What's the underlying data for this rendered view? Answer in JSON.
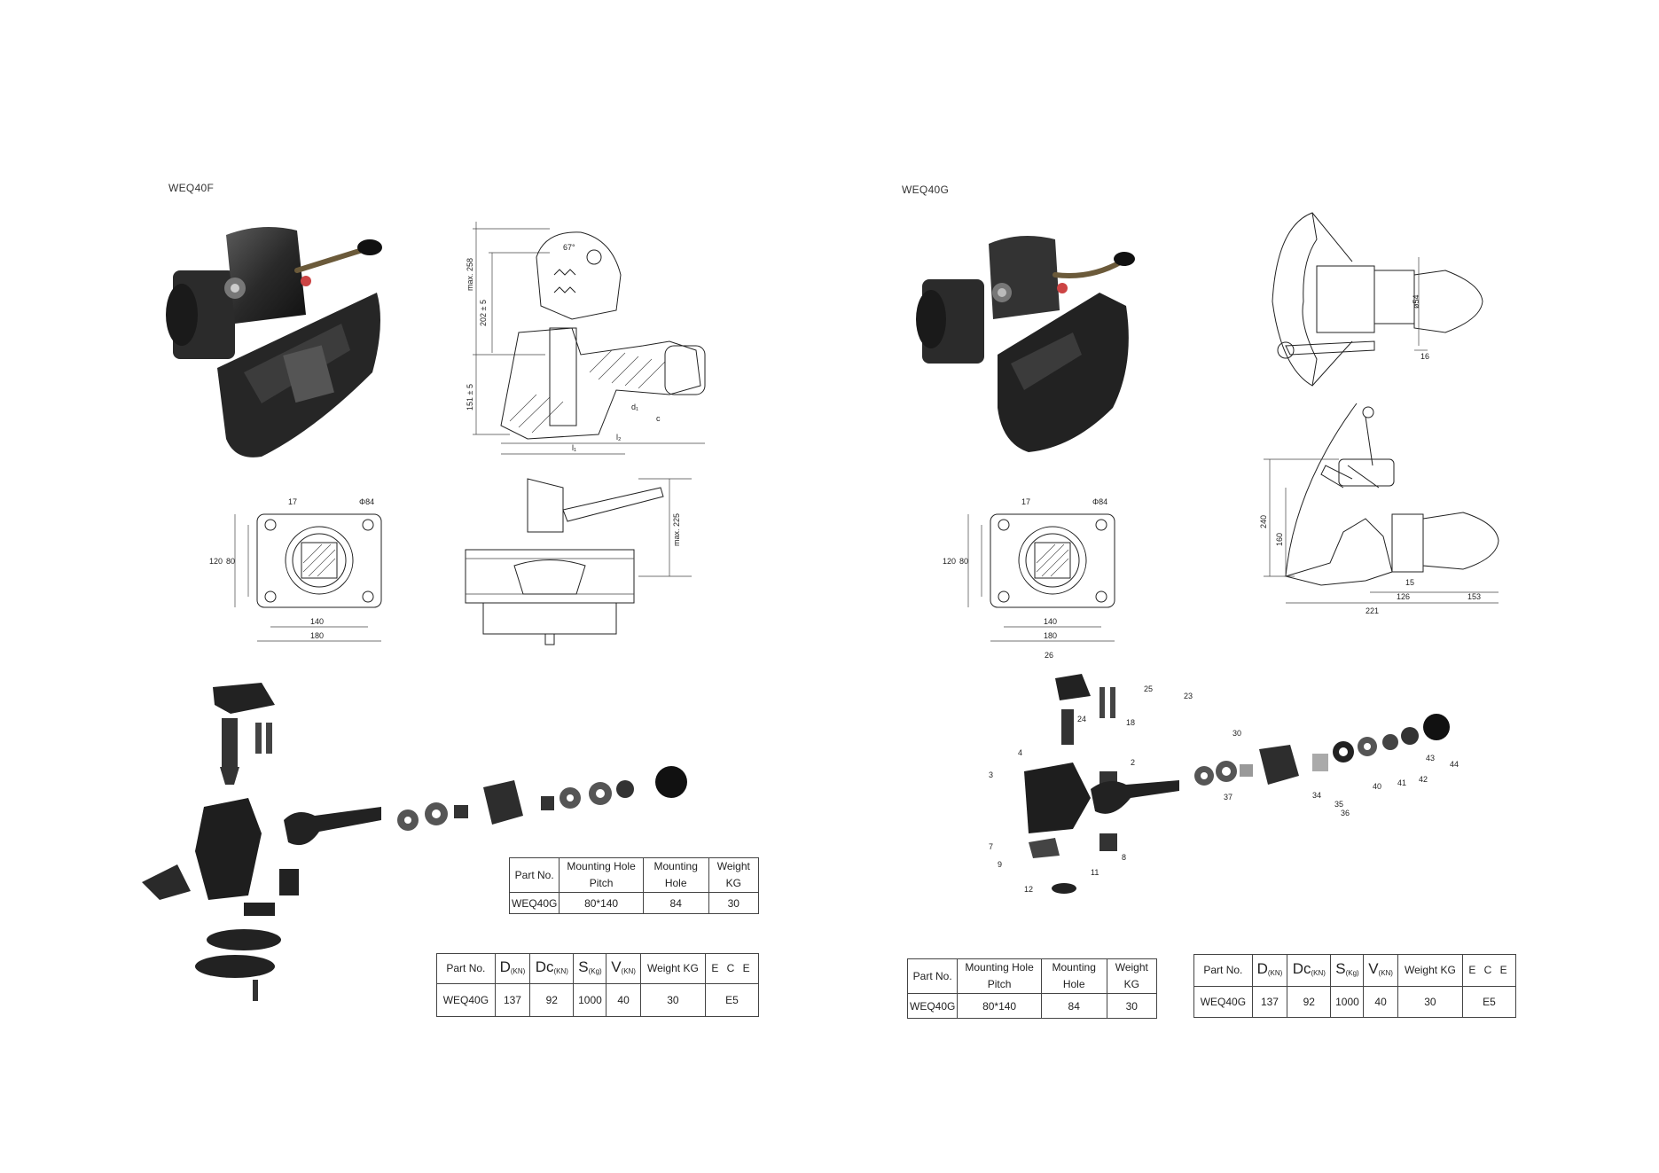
{
  "left": {
    "model_label": "WEQ40F",
    "drawings": {
      "side_dims": [
        "max. 258",
        "202 ± 5",
        "151 ± 5",
        "67°",
        "l₁",
        "l₂",
        "d₁",
        "c"
      ],
      "plate_dims": [
        "17",
        "Φ84",
        "120",
        "80",
        "140",
        "180"
      ],
      "top_dims": [
        "max. 225"
      ]
    },
    "table1": {
      "headers": [
        "Part No.",
        "Mounting Hole Pitch",
        "Mounting Hole",
        "Weight KG"
      ],
      "row": [
        "WEQ40G",
        "80*140",
        "84",
        "30"
      ]
    },
    "table2": {
      "headers": [
        {
          "main": "Part No.",
          "sub": ""
        },
        {
          "main": "D",
          "sub": "(KN)"
        },
        {
          "main": "Dc",
          "sub": "(KN)"
        },
        {
          "main": "S",
          "sub": "(Kg)"
        },
        {
          "main": "V",
          "sub": "(KN)"
        },
        {
          "main": "Weight KG",
          "sub": ""
        },
        {
          "main": "E C E",
          "sub": ""
        }
      ],
      "row": [
        "WEQ40G",
        "137",
        "92",
        "1000",
        "40",
        "30",
        "E5"
      ]
    }
  },
  "right": {
    "model_label": "WEQ40G",
    "drawings": {
      "top_dims": [
        "ø54",
        "16"
      ],
      "side_dims": [
        "240",
        "160",
        "15",
        "126",
        "153",
        "221"
      ],
      "plate_dims": [
        "17",
        "Φ84",
        "120",
        "80",
        "140",
        "180"
      ],
      "exploded_callouts": [
        "26",
        "25",
        "23",
        "24",
        "18",
        "2",
        "4",
        "3",
        "30",
        "34",
        "37",
        "35",
        "36",
        "40",
        "41",
        "42",
        "43",
        "44",
        "7",
        "9",
        "8",
        "11",
        "12"
      ]
    },
    "table1": {
      "headers": [
        "Part No.",
        "Mounting Hole Pitch",
        "Mounting Hole",
        "Weight KG"
      ],
      "row": [
        "WEQ40G",
        "80*140",
        "84",
        "30"
      ]
    },
    "table2": {
      "headers": [
        {
          "main": "Part No.",
          "sub": ""
        },
        {
          "main": "D",
          "sub": "(KN)"
        },
        {
          "main": "Dc",
          "sub": "(KN)"
        },
        {
          "main": "S",
          "sub": "(Kg)"
        },
        {
          "main": "V",
          "sub": "(KN)"
        },
        {
          "main": "Weight KG",
          "sub": ""
        },
        {
          "main": "E C E",
          "sub": ""
        }
      ],
      "row": [
        "WEQ40G",
        "137",
        "92",
        "1000",
        "40",
        "30",
        "E5"
      ]
    }
  }
}
